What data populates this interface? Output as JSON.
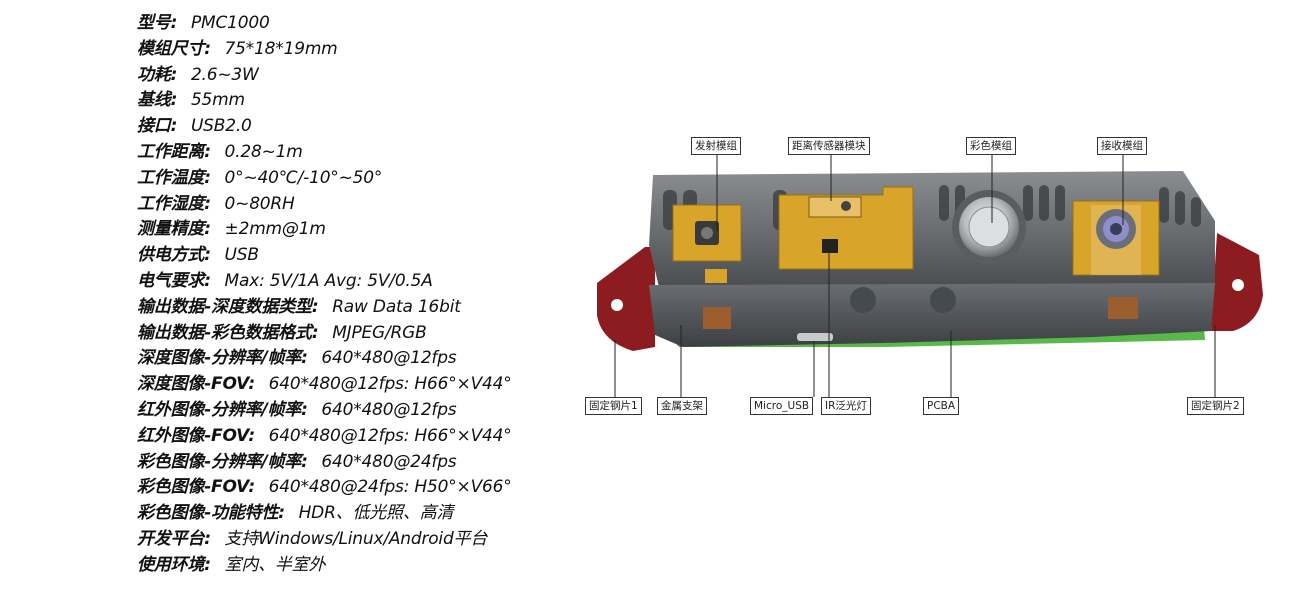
{
  "specs": [
    {
      "label": "型号",
      "value": "PMC1000"
    },
    {
      "label": "模组尺寸",
      "value": "75*18*19mm"
    },
    {
      "label": "功耗",
      "value": "2.6~3W"
    },
    {
      "label": "基线",
      "value": "55mm"
    },
    {
      "label": "接口",
      "value": "USB2.0"
    },
    {
      "label": "工作距离",
      "value": "0.28~1m"
    },
    {
      "label": "工作温度",
      "value": "0°~40℃/-10°~50°"
    },
    {
      "label": "工作湿度",
      "value": "0~80RH"
    },
    {
      "label": "测量精度",
      "value": "±2mm@1m"
    },
    {
      "label": "供电方式",
      "value": "USB"
    },
    {
      "label": "电气要求",
      "value": "Max: 5V/1A Avg: 5V/0.5A"
    },
    {
      "label": "输出数据-深度数据类型",
      "value": "Raw Data 16bit"
    },
    {
      "label": "输出数据-彩色数据格式",
      "value": "MJPEG/RGB"
    },
    {
      "label": "深度图像-分辨率/帧率",
      "value": "640*480@12fps"
    },
    {
      "label": "深度图像-FOV",
      "value": "640*480@12fps: H66°×V44°"
    },
    {
      "label": "红外图像-分辨率/帧率",
      "value": "640*480@12fps"
    },
    {
      "label": "红外图像-FOV",
      "value": "640*480@12fps: H66°×V44°"
    },
    {
      "label": "彩色图像-分辨率/帧率",
      "value": "640*480@24fps"
    },
    {
      "label": "彩色图像-FOV",
      "value": "640*480@24fps: H50°×V66°"
    },
    {
      "label": "彩色图像-功能特性",
      "value": "HDR、低光照、高清"
    },
    {
      "label": "开发平台",
      "value": "支持Windows/Linux/Android平台"
    },
    {
      "label": "使用环境",
      "value": "室内、半室外"
    }
  ],
  "figure": {
    "top_callouts": {
      "emitter": "发射模组",
      "distance_sensor": "距离传感器模块",
      "color_module": "彩色模组",
      "receiver": "接收模组"
    },
    "bottom_callouts": {
      "bracket_1": "固定钢片1",
      "metal_support": "金属支架",
      "micro_usb": "Micro_USB",
      "ir_flood": "IR泛光灯",
      "pcba": "PCBA",
      "bracket_2": "固定钢片2"
    },
    "colors": {
      "housing": "#5b5f62",
      "bracket": "#8c1c1f",
      "gold_board": "#d9a42a",
      "pcb": "#59b84a"
    }
  }
}
